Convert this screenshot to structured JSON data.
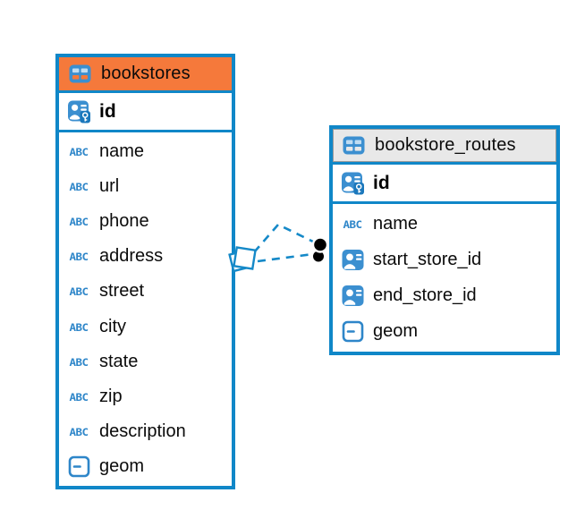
{
  "diagram": {
    "icons": {
      "text_label": "ABC"
    },
    "colors": {
      "table_border": "#1087C8",
      "selected_header": "#F5793B",
      "default_header": "#E8E8E8",
      "link": "#1589C8",
      "icon_blue": "#3B8FD0"
    },
    "tables": [
      {
        "name": "bookstores",
        "header_style": "selected-orange",
        "primary_key": {
          "name": "id"
        },
        "fields": [
          {
            "name": "name",
            "type": "text"
          },
          {
            "name": "url",
            "type": "text"
          },
          {
            "name": "phone",
            "type": "text"
          },
          {
            "name": "address",
            "type": "text"
          },
          {
            "name": "street",
            "type": "text"
          },
          {
            "name": "city",
            "type": "text"
          },
          {
            "name": "state",
            "type": "text"
          },
          {
            "name": "zip",
            "type": "text"
          },
          {
            "name": "description",
            "type": "text"
          },
          {
            "name": "geom",
            "type": "geometry"
          }
        ]
      },
      {
        "name": "bookstore_routes",
        "header_style": "default-gray",
        "primary_key": {
          "name": "id"
        },
        "fields": [
          {
            "name": "name",
            "type": "text"
          },
          {
            "name": "start_store_id",
            "type": "reference"
          },
          {
            "name": "end_store_id",
            "type": "reference"
          },
          {
            "name": "geom",
            "type": "geometry"
          }
        ]
      }
    ],
    "relationships": [
      {
        "from_table": "bookstores",
        "from_column": "id",
        "to_table": "bookstore_routes",
        "to_column": "start_store_id",
        "line_style": "dashed"
      },
      {
        "from_table": "bookstores",
        "from_column": "id",
        "to_table": "bookstore_routes",
        "to_column": "end_store_id",
        "line_style": "dashed"
      }
    ]
  }
}
